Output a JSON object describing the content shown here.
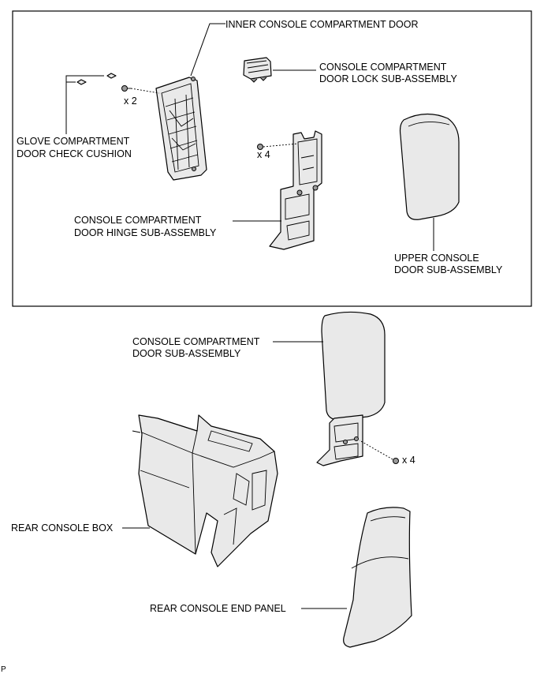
{
  "labels": {
    "inner_console_compartment_door": "INNER CONSOLE COMPARTMENT DOOR",
    "door_lock_line1": "CONSOLE COMPARTMENT",
    "door_lock_line2": "DOOR LOCK SUB-ASSEMBLY",
    "glove_cushion_line1": "GLOVE COMPARTMENT",
    "glove_cushion_line2": "DOOR CHECK CUSHION",
    "hinge_line1": "CONSOLE COMPARTMENT",
    "hinge_line2": "DOOR HINGE SUB-ASSEMBLY",
    "upper_door_line1": "UPPER CONSOLE",
    "upper_door_line2": "DOOR SUB-ASSEMBLY",
    "compartment_door_line1": "CONSOLE COMPARTMENT",
    "compartment_door_line2": "DOOR SUB-ASSEMBLY",
    "rear_console_box": "REAR CONSOLE BOX",
    "rear_console_end_panel": "REAR CONSOLE END PANEL"
  },
  "quantities": {
    "inner_door_screws": "x 2",
    "hinge_screws": "x 4",
    "assembly_screws": "x 4"
  },
  "footer_code": "P"
}
